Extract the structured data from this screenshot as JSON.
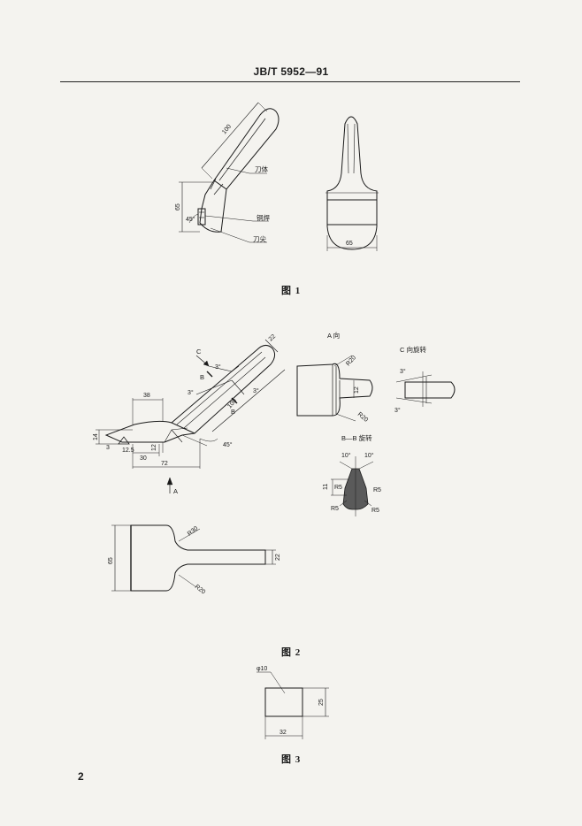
{
  "header": {
    "standard_no": "JB/T 5952—91"
  },
  "figure1": {
    "caption": "图 1",
    "labels": {
      "body": "刀体",
      "brazed": "铜焊",
      "tip": "刀尖"
    },
    "dims": {
      "length": "100",
      "height": "65",
      "angle": "45°",
      "width": "65"
    }
  },
  "figure2": {
    "caption": "图 2",
    "view_a_title": "A 向",
    "view_c_title": "C 向旋转",
    "section_bb_title": "B—B 旋转",
    "labels": {
      "c": "C",
      "b_top": "B",
      "b_bottom": "B",
      "a": "A",
      "a_top": "A"
    },
    "dims": {
      "d22": "22",
      "d3a": "3°",
      "d3b": "3°",
      "d3c": "3°",
      "d38": "38",
      "d100": "100",
      "d14": "14",
      "d3": "3",
      "d12_5": "12.5",
      "d30": "30",
      "d12": "12",
      "d45": "45°",
      "d72": "72",
      "r20a": "R20",
      "r20b": "R20",
      "d12v": "12",
      "c3a": "3°",
      "c3b": "3°",
      "b10a": "10°",
      "b10b": "10°",
      "b11": "11",
      "r5a": "R5",
      "r5b": "R5",
      "r5c": "R5",
      "r5d": "R5",
      "p65": "65",
      "pr30": "R30",
      "pr20": "R20",
      "p22": "22"
    }
  },
  "figure3": {
    "caption": "图 3",
    "dims": {
      "dia": "φ10",
      "height": "25",
      "width": "32"
    }
  },
  "page_number": "2"
}
